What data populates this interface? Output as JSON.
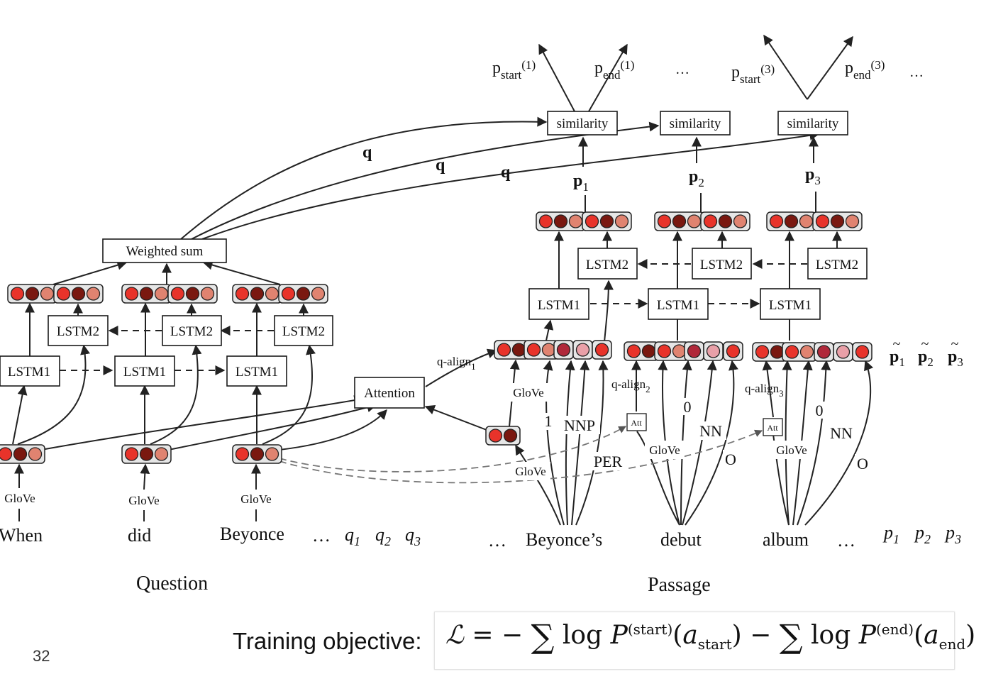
{
  "outputs": {
    "p_start_1": {
      "base": "p",
      "sub": "start",
      "arg": "(1)"
    },
    "p_end_1": {
      "base": "p",
      "sub": "end",
      "arg": "(1)"
    },
    "ellipsis_1": "…",
    "p_start_3": {
      "base": "p",
      "sub": "start",
      "arg": "(3)"
    },
    "p_end_3": {
      "base": "p",
      "sub": "end",
      "arg": "(3)"
    },
    "ellipsis_2": "…"
  },
  "similarity_label": "similarity",
  "q_label": "q",
  "p_labels": [
    {
      "base": "p",
      "sub": "1"
    },
    {
      "base": "p",
      "sub": "2"
    },
    {
      "base": "p",
      "sub": "3"
    }
  ],
  "weighted_sum_label": "Weighted sum",
  "lstm1_label": "LSTM1",
  "lstm2_label": "LSTM2",
  "attention_label": "Attention",
  "att_small_label": "Att",
  "q_align": [
    {
      "base": "q-align",
      "sub": "1"
    },
    {
      "base": "q-align",
      "sub": "2"
    },
    {
      "base": "q-align",
      "sub": "3"
    }
  ],
  "glove_label": "GloVe",
  "feature_labels": {
    "one": "1",
    "nnp": "NNP",
    "per": "PER",
    "zero_1": "0",
    "nn_1": "NN",
    "o_1": "O",
    "zero_2": "0",
    "nn_2": "NN",
    "o_2": "O"
  },
  "question_words": [
    "When",
    "did",
    "Beyonce"
  ],
  "question_ellipsis": "…",
  "question_vars": [
    {
      "base": "q",
      "sub": "1"
    },
    {
      "base": "q",
      "sub": "2"
    },
    {
      "base": "q",
      "sub": "3"
    }
  ],
  "passage_ellipsis_left": "…",
  "passage_words": [
    "Beyonce’s",
    "debut",
    "album"
  ],
  "passage_ellipsis_right": "…",
  "passage_vars": [
    {
      "base": "p",
      "sub": "1"
    },
    {
      "base": "p",
      "sub": "2"
    },
    {
      "base": "p",
      "sub": "3"
    }
  ],
  "tilde_labels": [
    {
      "base": "p",
      "sub": "1",
      "accent": "~"
    },
    {
      "base": "p",
      "sub": "2",
      "accent": "~"
    },
    {
      "base": "p",
      "sub": "3",
      "accent": "~"
    }
  ],
  "section_labels": {
    "question": "Question",
    "passage": "Passage"
  },
  "training_objective_label": "Training objective:",
  "formula": {
    "L": "ℒ",
    "eq": "= −",
    "sum": "∑",
    "log": "log",
    "P": "P",
    "start_sup": "(start)",
    "a": "a",
    "start_sub": "start",
    "minus": "−",
    "end_sup": "(end)",
    "end_sub": "end"
  },
  "page_number": "32",
  "colors": {
    "bright_red": "#e8332a",
    "dark_red": "#7a1810",
    "salmon": "#e08370",
    "crimson": "#b0283a",
    "pink": "#e9a0a8"
  }
}
